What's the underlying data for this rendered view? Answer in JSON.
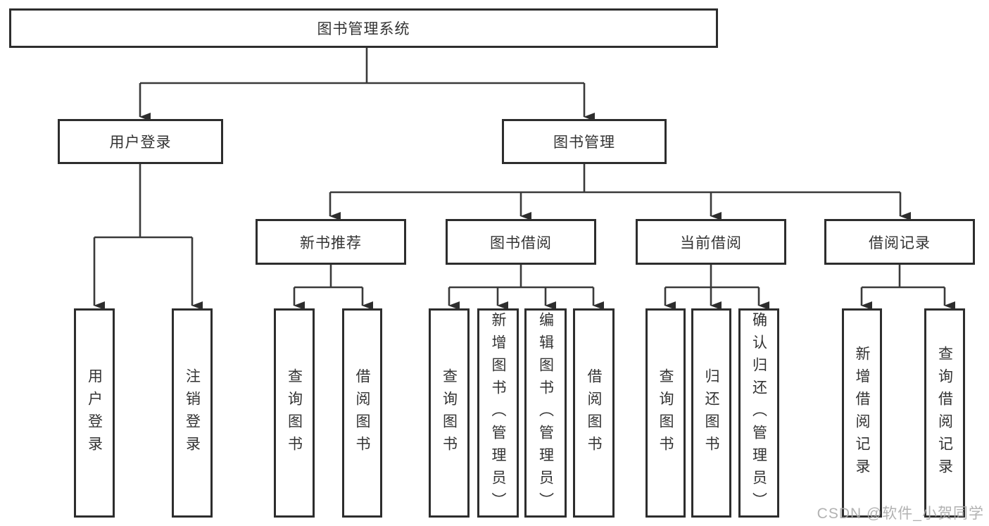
{
  "diagram": {
    "type": "org-tree",
    "orientation": "top-down",
    "colors": {
      "background": "#ffffff",
      "box_border": "#2d2d2d",
      "box_fill": "#ffffff",
      "connector": "#3a3a3a",
      "text": "#333333",
      "watermark_text": "#aaaaaa"
    },
    "watermark": "CSDN @软件_小贺同学",
    "tree": {
      "label": "图书管理系统",
      "children": [
        {
          "label": "用户登录",
          "children": [
            {
              "label": "用户登录"
            },
            {
              "label": "注销登录"
            }
          ]
        },
        {
          "label": "图书管理",
          "children": [
            {
              "label": "新书推荐",
              "children": [
                {
                  "label": "查询图书"
                },
                {
                  "label": "借阅图书"
                }
              ]
            },
            {
              "label": "图书借阅",
              "children": [
                {
                  "label": "查询图书"
                },
                {
                  "label": "新增图书（管理员）"
                },
                {
                  "label": "编辑图书（管理员）"
                },
                {
                  "label": "借阅图书"
                }
              ]
            },
            {
              "label": "当前借阅",
              "children": [
                {
                  "label": "查询图书"
                },
                {
                  "label": "归还图书"
                },
                {
                  "label": "确认归还（管理员）"
                }
              ]
            },
            {
              "label": "借阅记录",
              "children": [
                {
                  "label": "新增借阅记录"
                },
                {
                  "label": "查询借阅记录"
                }
              ]
            }
          ]
        }
      ]
    }
  }
}
